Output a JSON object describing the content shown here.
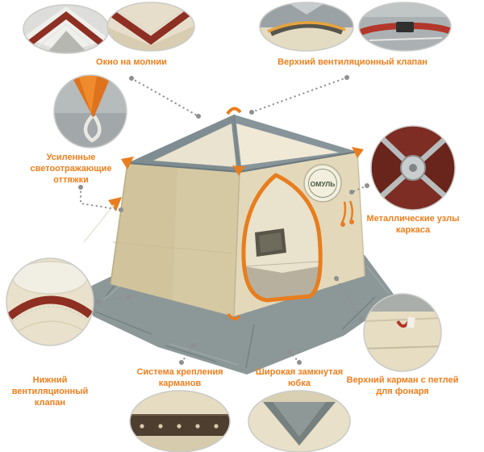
{
  "diagram": {
    "brand_logo": "ОМУЛЬ",
    "features": {
      "window": {
        "label": "Окно на молнии"
      },
      "top_vent": {
        "label": "Верхний вентиляционный клапан"
      },
      "guy_lines": {
        "label": "Усиленные светоотражающие оттяжки"
      },
      "frame_nodes": {
        "label": "Металлические узлы каркаса"
      },
      "bottom_vent": {
        "label": "Нижний вентиляционный клапан"
      },
      "pocket_system": {
        "label": "Система крепления карманов"
      },
      "skirt": {
        "label": "Широкая замкнутая юбка"
      },
      "top_pocket": {
        "label": "Верхний карман с петлей для фонаря"
      }
    },
    "colors": {
      "label_orange": "#f07e1b",
      "trim_orange": "#e87d1e",
      "wall_beige": "#d5c9a4",
      "roof_gray": "#7f8c91",
      "skirt_gray": "#8c9798",
      "accent_dark_red": "#8e2f23"
    }
  }
}
